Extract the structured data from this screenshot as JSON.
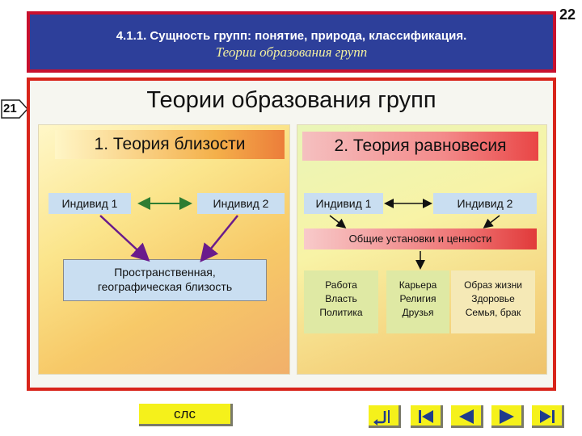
{
  "page_number": "22",
  "header": {
    "title": "4.1.1. Сущность групп: понятие, природа, классификация.",
    "subtitle": "Теории образования групп"
  },
  "slide_ref": "21",
  "main": {
    "title": "Теории образования групп",
    "theory1": {
      "title": "1. Теория близости",
      "individual_1": "Индивид 1",
      "individual_2": "Индивид 2",
      "proximity_line1": "Пространственная,",
      "proximity_line2": "географическая близость"
    },
    "theory2": {
      "title": "2. Теория равновесия",
      "individual_1": "Индивид 1",
      "individual_2": "Индивид 2",
      "shared_values": "Общие установки и ценности",
      "spheres": [
        {
          "line1": "Работа",
          "line2": "Власть",
          "line3": "Политика"
        },
        {
          "line1": "Карьера",
          "line2": "Религия",
          "line3": "Друзья"
        },
        {
          "line1": "Образ жизни",
          "line2": "Здоровье",
          "line3": "Семья, брак"
        }
      ]
    }
  },
  "buttons": {
    "cls_label": "слс"
  },
  "colors": {
    "header_bg": "#2d3f9a",
    "frame_red": "#d8241a",
    "button_yellow": "#f5f11b",
    "arrow_purple": "#6a1b8c",
    "arrow_green": "#2e7d32"
  },
  "nav_icons": [
    "return-icon",
    "first-slide-icon",
    "previous-slide-icon",
    "next-slide-icon",
    "last-slide-icon"
  ]
}
